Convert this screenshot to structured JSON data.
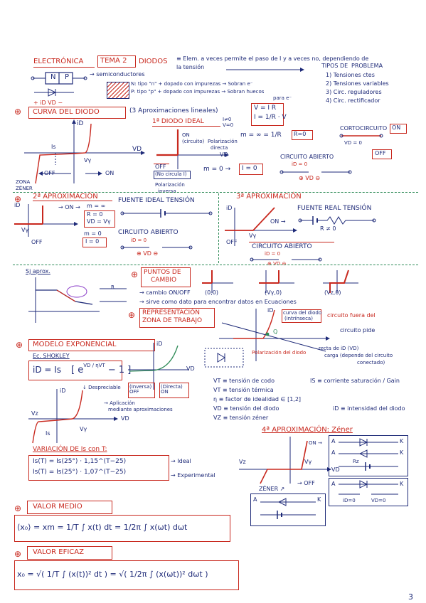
{
  "header": {
    "subject": "ELECTRÓNICA",
    "topic": "TEMA 2",
    "title": "DIODOS",
    "definition_1": "≡ Elem. a veces permite el paso de I y a veces no, dependiendo de",
    "definition_2": "la tensión",
    "problem_types_title_1": "TIPOS DE",
    "problem_types_title_2": "PROBLEMA",
    "problem_types": [
      "1) Tensiones ctes",
      "2) Tensiones variables",
      "3) Circ. reguladores",
      "4) Circ. rectificador"
    ]
  },
  "junction": {
    "n_label": "N",
    "p_label": "P",
    "semiconductors": "semiconductores",
    "n_desc": "N: tipo \"n\" + dopado con impurezas → Sobran e⁻",
    "p_desc": "P: tipo \"p\" + dopado con impurezas → Sobran huecos",
    "p_desc_2": "para e⁻",
    "id_vd": "+ iD VD −"
  },
  "curva": {
    "title": "CURVA DEL DIODO",
    "subtitle": "(3 Aproximaciones lineales)",
    "ohm_1": "V = I R",
    "ohm_2": "I = 1/R · V",
    "id": "iD",
    "vd": "VD",
    "is": "Is",
    "vr": "Vγ",
    "off": "OFF",
    "on": "ON",
    "zona": "ZONA",
    "zener": "ZÉNER"
  },
  "ideal": {
    "title": "1ª DIODO IDEAL",
    "cond_1": "I≠0",
    "cond_2": "V=0",
    "on_label": "ON",
    "circuito": "(circuito)",
    "polar_directa_1": "Polarización",
    "polar_directa_2": "directa",
    "m_inf": "m = ∞ = 1/R",
    "r0": "R=0",
    "off_label": "OFF",
    "no_circula": "(No circula I)",
    "m0": "m = 0",
    "i0": "I = 0",
    "polar_inversa_1": "Polarización",
    "polar_inversa_2": "inversa",
    "cortocircuito": "CORTOCIRCUITO",
    "on_tag": "ON",
    "vd0": "VD = 0",
    "circuito_abierto": "CIRCUITO ABIERTO",
    "off_tag": "OFF",
    "id0": "iD = 0",
    "vd": "VD"
  },
  "aprox2": {
    "title": "2ª APROXIMACIÓN",
    "on": "ON",
    "m_inf": "m = ∞",
    "r0": "R = 0",
    "vd_vr": "VD = Vγ",
    "off": "OFF",
    "m0": "m = 0",
    "i0": "I = 0",
    "vr": "Vγ",
    "fuente": "FUENTE IDEAL TENSIÓN",
    "circ_abierto": "CIRCUITO ABIERTO",
    "id0": "iD = 0",
    "vd": "VD"
  },
  "aprox3": {
    "title": "3ª APROXIMACIÓN",
    "fuente_real": "FUENTE REAL TENSIÓN",
    "r_ne0": "R ≠ 0",
    "on": "ON",
    "off": "OFF",
    "vr": "Vγ",
    "circ_abierto": "CIRCUITO ABIERTO",
    "id0": "iD = 0",
    "vd": "VD"
  },
  "puntos": {
    "sj_aprox": "Sj aprox.",
    "title_1": "PUNTOS DE",
    "title_2": "CAMBIO",
    "cambio": "→ cambio ON/OFF",
    "sirve": "→ sirve como dato para encontrar datos en Ecuaciones",
    "p1": "(0,0)",
    "p2": "(Vγ,0)",
    "p3": "(Vz,0)"
  },
  "representacion": {
    "title_1": "REPRESENTACIÓN",
    "title_2": "ZONA DE TRABAJO",
    "curva_diodo_1": "curva del diodo",
    "curva_diodo_2": "(intrínseca)",
    "circuito_fuera": "circuito fuera del",
    "recta_1": "recta de iD (VD)",
    "recta_2": "carga (depende del circuito",
    "recta_3": "conectado)",
    "circuito_pide": "circuito pide",
    "polarizacion": "Polarización del diodo",
    "q": "Q",
    "id": "iD",
    "vd": "VD"
  },
  "modelo": {
    "title": "MODELO EXPONENCIAL",
    "ec": "Ec. SHOKLEY",
    "formula_lhs": "iD = Is",
    "formula_exp": "VD / ηVT",
    "despreciable": "Despreciable",
    "inversa": "(Inversa) OFF",
    "directa": "(Directa) ON",
    "aplicacion_1": "→ Aplicación",
    "aplicacion_2": "mediante aproximaciones",
    "defs": [
      "VT ≡ tensión de codo",
      "VT ≡ tensión térmica",
      "η ≡ factor de idealidad ∈ [1,2]",
      "VD ≡ tensión del diodo",
      "VZ ≡ tensión zéner"
    ],
    "is_def": "IS ≡ corriente saturación / Gain",
    "id_def": "iD ≡ intensidad del diodo",
    "vz": "Vz",
    "is": "Is",
    "vr": "Vγ",
    "vd": "VD",
    "id": "iD"
  },
  "variacion": {
    "title": "VARIACIÓN DE Is con T:",
    "eq1": "Is(T) = Is(25°) · 1,15^(T−25)",
    "eq2": "Is(T) = Is(25°) · 1,07^(T−25)",
    "ideal": "Ideal",
    "experimental": "Experimental"
  },
  "zener": {
    "title": "4ª APROXIMACIÓN: Zéner",
    "on": "ON",
    "off": "OFF",
    "zener_label": "ZÉNER",
    "id0": "iD=0",
    "vd0": "VD=0",
    "vz": "Vz",
    "vr": "Vγ",
    "vd": "VD",
    "a": "A",
    "k": "K",
    "rz": "Rz"
  },
  "valor_medio": {
    "title": "VALOR MEDIO",
    "formula": "⟨x₀⟩ = xm = 1/T ∫ x(t) dt = 1/2π ∫ x(ωt) dωt"
  },
  "valor_eficaz": {
    "title": "VALOR EFICAZ",
    "formula": "x₀ = √( 1/T ∫ (x(t))² dt ) = √( 1/2π ∫ (x(ωt))² dωt )"
  },
  "page_number": "3"
}
